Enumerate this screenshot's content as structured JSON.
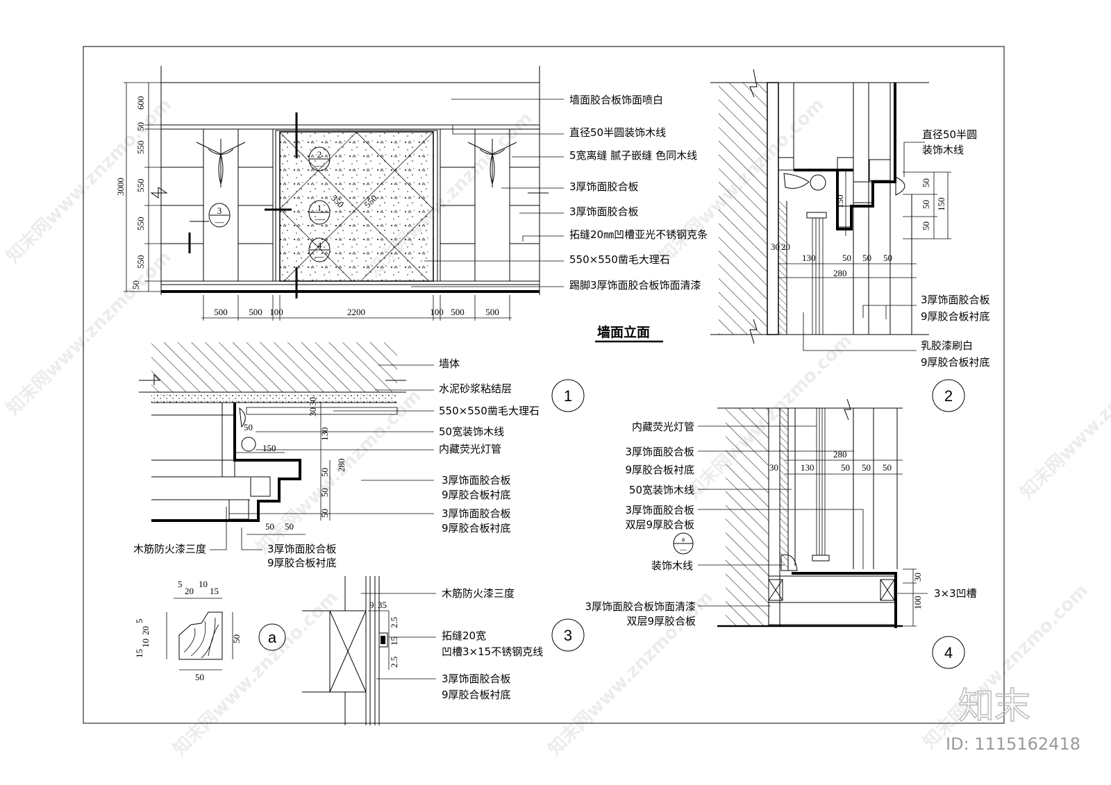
{
  "title": "墙面立面",
  "elevation": {
    "labels": [
      "墙面胶合板饰面喷白",
      "直径50半圆装饰木线",
      "5宽离缝 腻子嵌缝 色同木线",
      "3厚饰面胶合板",
      "3厚饰面胶合板",
      "拓缝20㎜凹槽亚光不锈钢克条",
      "550×550凿毛大理石",
      "踢脚3厚饰面胶合板饰面清漆"
    ],
    "dims_vertical": [
      "600",
      "50",
      "550",
      "550",
      "550",
      "550",
      "50"
    ],
    "dim_total": "3000",
    "dims_horizontal": [
      "500",
      "500",
      "100",
      "2200",
      "100",
      "500",
      "500"
    ],
    "tile_dims": [
      "550",
      "550"
    ],
    "callouts": [
      {
        "num": "2",
        "sub": "—"
      },
      {
        "num": "1",
        "sub": "—"
      },
      {
        "num": "4",
        "sub": "—"
      },
      {
        "num": "3",
        "sub": "—"
      }
    ]
  },
  "detail1": {
    "number": "1",
    "labels": [
      "墙体",
      "水泥砂浆粘结层",
      "550×550凿毛大理石",
      "50宽装饰木线",
      "内藏荧光灯管",
      "3厚饰面胶合板",
      "9厚胶合板衬底",
      "3厚饰面胶合板",
      "9厚胶合板衬底",
      "木筋防火漆三度",
      "3厚饰面胶合板",
      "9厚胶合板衬底"
    ],
    "dims": [
      "30",
      "30",
      "50",
      "150",
      "130",
      "280",
      "50",
      "50",
      "50",
      "50",
      "50"
    ]
  },
  "detail2": {
    "number": "2",
    "labels": [
      "直径50半圆",
      "装饰木线",
      "3厚饰面胶合板",
      "9厚胶合板衬底",
      "乳胶漆刷白",
      "9厚胶合板衬底"
    ],
    "dims": [
      "50",
      "50",
      "50",
      "150",
      "150",
      "30",
      "20",
      "130",
      "50",
      "50",
      "50",
      "280"
    ]
  },
  "detail3": {
    "number": "3",
    "labels": [
      "木筋防火漆三度",
      "拓缝20宽",
      "凹槽3×15不锈钢克线",
      "3厚饰面胶合板",
      "9厚胶合板衬底"
    ],
    "dims": [
      "9",
      "35",
      "2.5",
      "15",
      "2.5"
    ]
  },
  "profile_a": {
    "label": "a",
    "dims_top": [
      "5",
      "20",
      "10",
      "15"
    ],
    "dims_left": [
      "5",
      "20",
      "15",
      "10"
    ],
    "dim_right": "50",
    "dim_bottom": "50"
  },
  "detail4": {
    "number": "4",
    "labels": [
      "内藏荧光灯管",
      "3厚饰面胶合板",
      "9厚胶合板衬底",
      "50宽装饰木线",
      "3厚饰面胶合板",
      "双层9厚胶合板",
      "装饰木线",
      "3厚饰面胶合板饰面清漆",
      "双层9厚胶合板",
      "3×3凹槽"
    ],
    "dims": [
      "280",
      "30",
      "130",
      "50",
      "50",
      "50",
      "30",
      "100"
    ],
    "callout": {
      "num": "a",
      "sub": "—"
    }
  },
  "watermark": {
    "text": "知末网www.znzmo.com",
    "logo": "知末",
    "id": "ID: 1115162418"
  }
}
